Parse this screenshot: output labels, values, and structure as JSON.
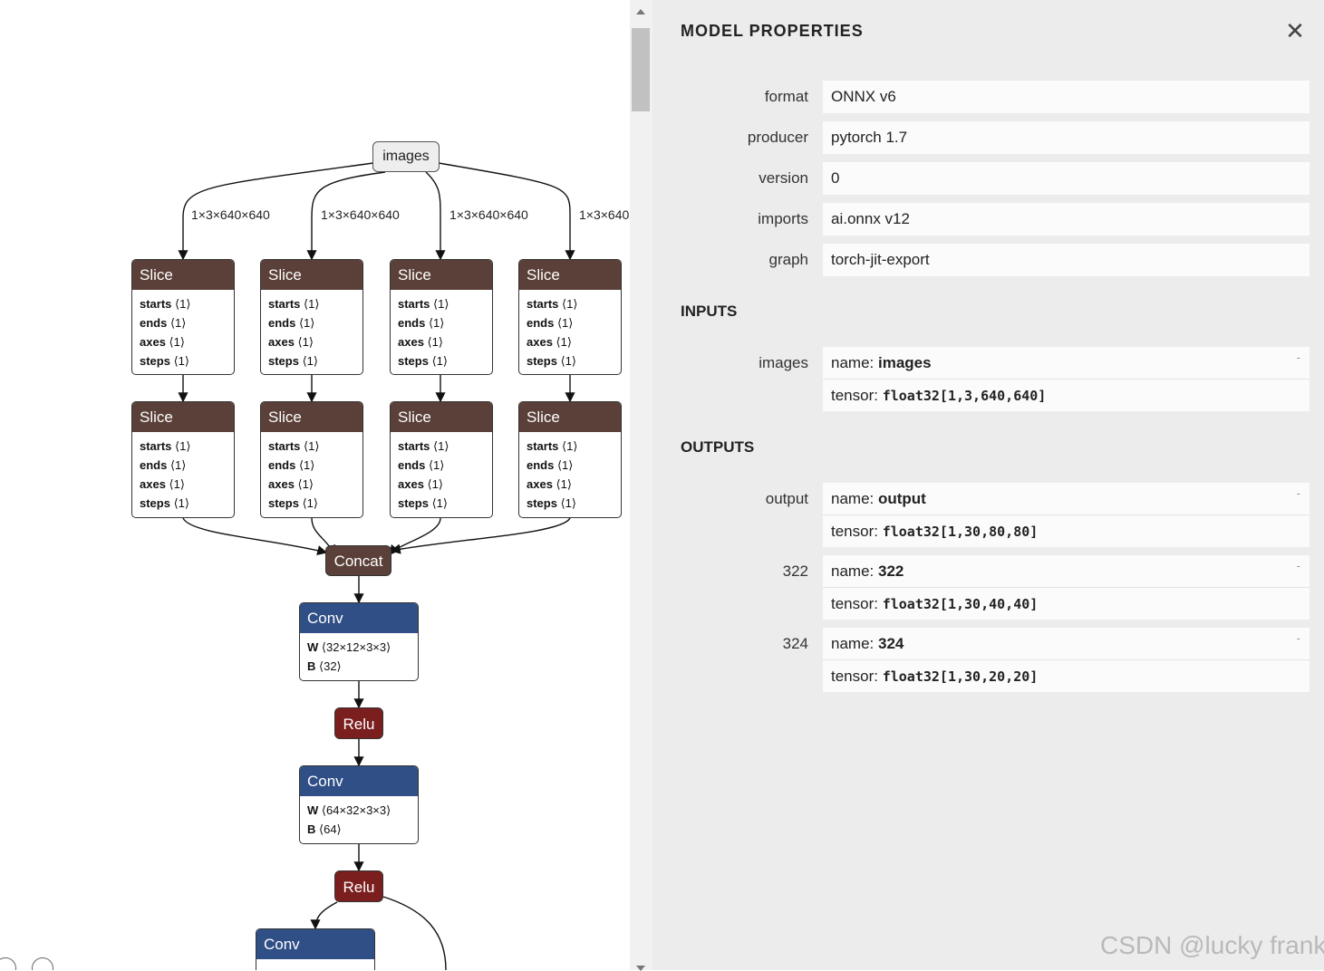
{
  "graph": {
    "input_label": "images",
    "edge_labels": [
      "1×3×640×640",
      "1×3×640×640",
      "1×3×640×640",
      "1×3×640"
    ],
    "slice_row1": [
      {
        "title": "Slice",
        "attrs": [
          {
            "k": "starts",
            "v": "⟨1⟩"
          },
          {
            "k": "ends",
            "v": "⟨1⟩"
          },
          {
            "k": "axes",
            "v": "⟨1⟩"
          },
          {
            "k": "steps",
            "v": "⟨1⟩"
          }
        ]
      },
      {
        "title": "Slice",
        "attrs": [
          {
            "k": "starts",
            "v": "⟨1⟩"
          },
          {
            "k": "ends",
            "v": "⟨1⟩"
          },
          {
            "k": "axes",
            "v": "⟨1⟩"
          },
          {
            "k": "steps",
            "v": "⟨1⟩"
          }
        ]
      },
      {
        "title": "Slice",
        "attrs": [
          {
            "k": "starts",
            "v": "⟨1⟩"
          },
          {
            "k": "ends",
            "v": "⟨1⟩"
          },
          {
            "k": "axes",
            "v": "⟨1⟩"
          },
          {
            "k": "steps",
            "v": "⟨1⟩"
          }
        ]
      },
      {
        "title": "Slice",
        "attrs": [
          {
            "k": "starts",
            "v": "⟨1⟩"
          },
          {
            "k": "ends",
            "v": "⟨1⟩"
          },
          {
            "k": "axes",
            "v": "⟨1⟩"
          },
          {
            "k": "steps",
            "v": "⟨1⟩"
          }
        ]
      }
    ],
    "slice_row2": [
      {
        "title": "Slice",
        "attrs": [
          {
            "k": "starts",
            "v": "⟨1⟩"
          },
          {
            "k": "ends",
            "v": "⟨1⟩"
          },
          {
            "k": "axes",
            "v": "⟨1⟩"
          },
          {
            "k": "steps",
            "v": "⟨1⟩"
          }
        ]
      },
      {
        "title": "Slice",
        "attrs": [
          {
            "k": "starts",
            "v": "⟨1⟩"
          },
          {
            "k": "ends",
            "v": "⟨1⟩"
          },
          {
            "k": "axes",
            "v": "⟨1⟩"
          },
          {
            "k": "steps",
            "v": "⟨1⟩"
          }
        ]
      },
      {
        "title": "Slice",
        "attrs": [
          {
            "k": "starts",
            "v": "⟨1⟩"
          },
          {
            "k": "ends",
            "v": "⟨1⟩"
          },
          {
            "k": "axes",
            "v": "⟨1⟩"
          },
          {
            "k": "steps",
            "v": "⟨1⟩"
          }
        ]
      },
      {
        "title": "Slice",
        "attrs": [
          {
            "k": "starts",
            "v": "⟨1⟩"
          },
          {
            "k": "ends",
            "v": "⟨1⟩"
          },
          {
            "k": "axes",
            "v": "⟨1⟩"
          },
          {
            "k": "steps",
            "v": "⟨1⟩"
          }
        ]
      }
    ],
    "concat_label": "Concat",
    "conv1": {
      "title": "Conv",
      "w_key": "W",
      "w_val": "⟨32×12×3×3⟩",
      "b_key": "B",
      "b_val": "⟨32⟩"
    },
    "relu1": "Relu",
    "conv2": {
      "title": "Conv",
      "w_key": "W",
      "w_val": "⟨64×32×3×3⟩",
      "b_key": "B",
      "b_val": "⟨64⟩"
    },
    "relu2": "Relu",
    "conv3": {
      "title": "Conv"
    },
    "colors": {
      "slice": "#5a4038",
      "conv": "#2f4f86",
      "relu": "#7a1e1e",
      "input": "#eeeeee"
    }
  },
  "panel": {
    "title": "MODEL PROPERTIES",
    "close_icon": "close-icon",
    "properties": [
      {
        "label": "format",
        "value": "ONNX v6"
      },
      {
        "label": "producer",
        "value": "pytorch 1.7"
      },
      {
        "label": "version",
        "value": "0"
      },
      {
        "label": "imports",
        "value": "ai.onnx v12"
      },
      {
        "label": "graph",
        "value": "torch-jit-export"
      }
    ],
    "inputs_heading": "INPUTS",
    "inputs": [
      {
        "label": "images",
        "name_prefix": "name: ",
        "name": "images",
        "tensor_prefix": "tensor: ",
        "tensor": "float32[1,3,640,640]",
        "expander": "-"
      }
    ],
    "outputs_heading": "OUTPUTS",
    "outputs": [
      {
        "label": "output",
        "name_prefix": "name: ",
        "name": "output",
        "tensor_prefix": "tensor: ",
        "tensor": "float32[1,30,80,80]",
        "expander": "-"
      },
      {
        "label": "322",
        "name_prefix": "name: ",
        "name": "322",
        "tensor_prefix": "tensor: ",
        "tensor": "float32[1,30,40,40]",
        "expander": "-"
      },
      {
        "label": "324",
        "name_prefix": "name: ",
        "name": "324",
        "tensor_prefix": "tensor: ",
        "tensor": "float32[1,30,20,20]",
        "expander": "-"
      }
    ]
  },
  "watermark": "CSDN @lucky frank"
}
